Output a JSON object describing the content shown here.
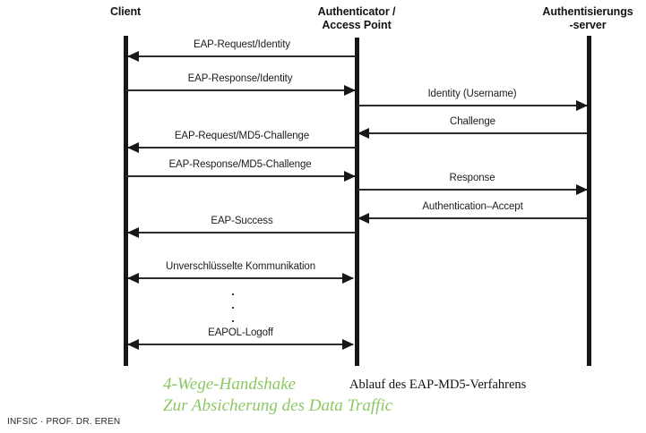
{
  "diagram": {
    "title_caption": "Ablauf des EAP-MD5-Verfahrens",
    "highlight_caption_line1": "4-Wege-Handshake",
    "highlight_caption_line2": "Zur Absicherung des Data Traffic",
    "highlight_color": "#8cc863",
    "line_color": "#17171a",
    "footer": "INFSIC · PROF. DR. EREN",
    "actors": [
      {
        "id": "client",
        "line1": "Client",
        "line2": ""
      },
      {
        "id": "authenticator",
        "line1": "Authenticator /",
        "line2": "Access Point"
      },
      {
        "id": "auth_server",
        "line1": "Authentisierungs",
        "line2": "-server"
      }
    ],
    "messages": [
      {
        "label": "EAP-Request/Identity",
        "from": "authenticator",
        "to": "client",
        "direction": "left",
        "bidirectional": false
      },
      {
        "label": "EAP-Response/Identity",
        "from": "client",
        "to": "authenticator",
        "direction": "right",
        "bidirectional": false
      },
      {
        "label": "Identity (Username)",
        "from": "authenticator",
        "to": "auth_server",
        "direction": "right",
        "bidirectional": false
      },
      {
        "label": "Challenge",
        "from": "auth_server",
        "to": "authenticator",
        "direction": "left",
        "bidirectional": false
      },
      {
        "label": "EAP-Request/MD5-Challenge",
        "from": "authenticator",
        "to": "client",
        "direction": "left",
        "bidirectional": false
      },
      {
        "label": "EAP-Response/MD5-Challenge",
        "from": "client",
        "to": "authenticator",
        "direction": "right",
        "bidirectional": false
      },
      {
        "label": "Response",
        "from": "authenticator",
        "to": "auth_server",
        "direction": "right",
        "bidirectional": false
      },
      {
        "label": "Authentication–Accept",
        "from": "auth_server",
        "to": "authenticator",
        "direction": "left",
        "bidirectional": false
      },
      {
        "label": "EAP-Success",
        "from": "authenticator",
        "to": "client",
        "direction": "left",
        "bidirectional": false
      },
      {
        "label": "Unverschlüsselte Kommunikation",
        "from": "client",
        "to": "authenticator",
        "direction": "both",
        "bidirectional": true
      },
      {
        "label": "EAPOL-Logoff",
        "from": "client",
        "to": "authenticator",
        "direction": "both",
        "bidirectional": true
      }
    ],
    "ellipsis": {
      "dot_count": 3
    }
  }
}
